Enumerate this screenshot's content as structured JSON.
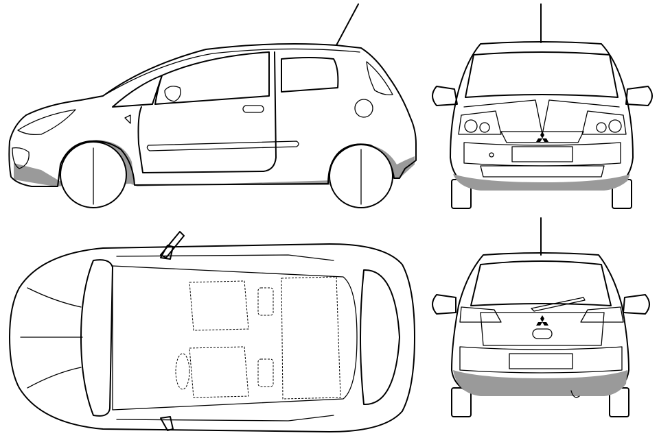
{
  "drawing": {
    "views": [
      {
        "id": "side",
        "label": ""
      },
      {
        "id": "front",
        "label": ""
      },
      {
        "id": "top",
        "label": ""
      },
      {
        "id": "rear",
        "label": ""
      }
    ],
    "colors": {
      "line": "#000000",
      "shade": "#9a9a9a",
      "background": "#ffffff"
    },
    "icons": [
      "mitsubishi-emblem-icon"
    ]
  }
}
